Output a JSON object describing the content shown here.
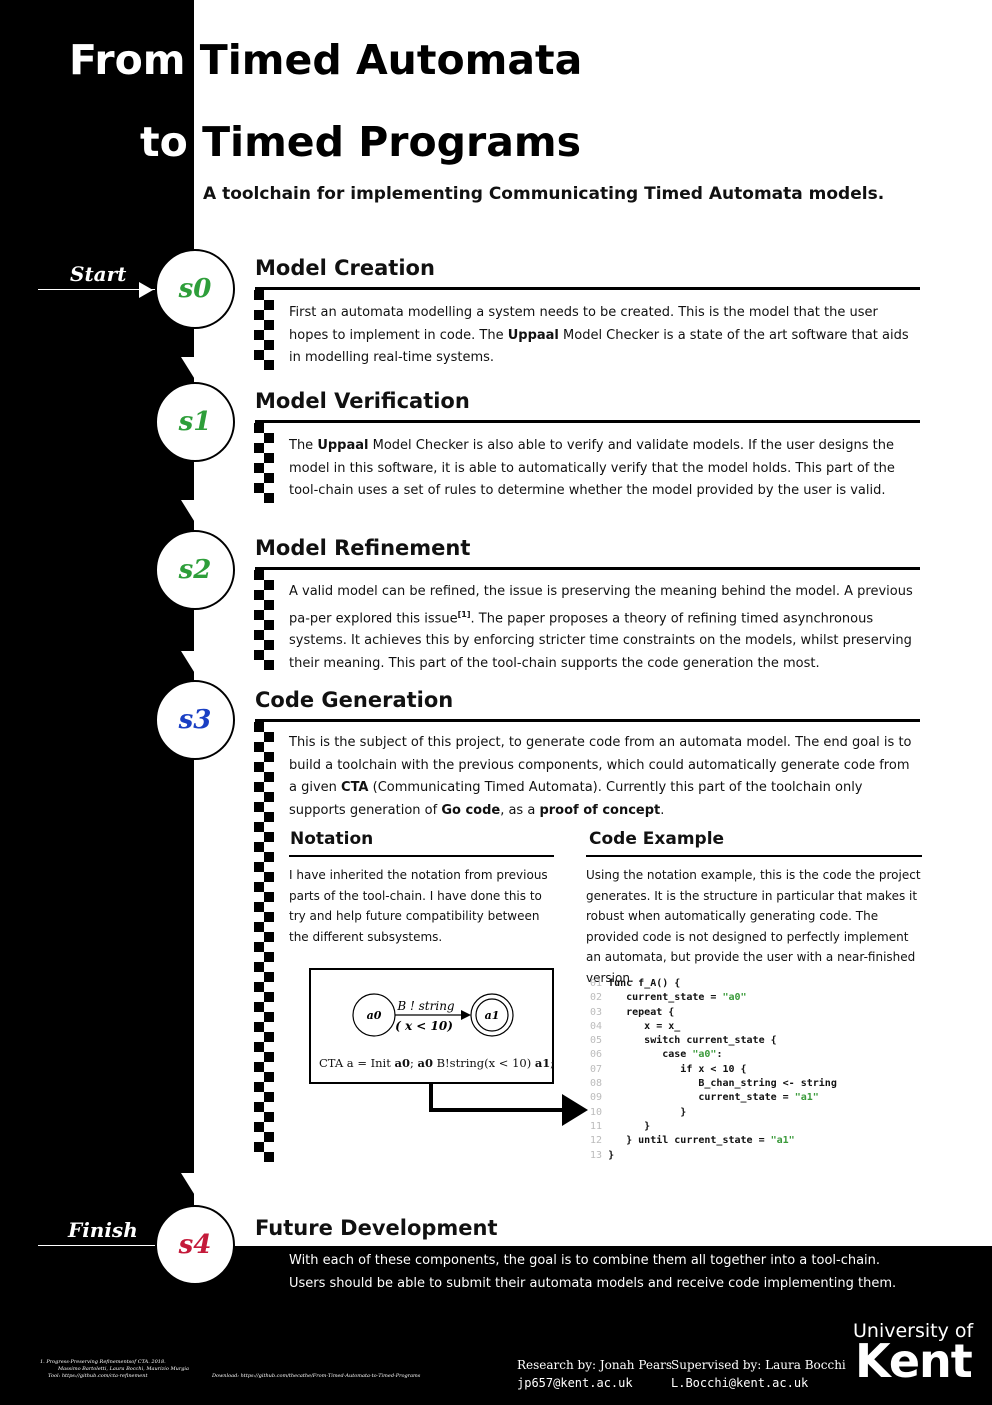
{
  "title": {
    "line1_left": "From",
    "line1_right": "Timed Automata",
    "line2_left": "to",
    "line2_right": "Timed Programs"
  },
  "subtitle": "A toolchain for implementing Communicating Timed Automata models.",
  "labels": {
    "start": "Start",
    "finish": "Finish"
  },
  "states": [
    {
      "label": "s0",
      "color": "#2e9e3a"
    },
    {
      "label": "s1",
      "color": "#2e9e3a"
    },
    {
      "label": "s2",
      "color": "#2e9e3a"
    },
    {
      "label": "s3",
      "color": "#1a3fc4"
    },
    {
      "label": "s4",
      "color": "#c41a3a"
    }
  ],
  "sections": {
    "creation": {
      "heading": "Model Creation",
      "p1": "First an automata modelling a system needs to be created. This is the model that the user hopes to implement in code. The ",
      "p1_bold": "Uppaal",
      "p1_end": " Model Checker is a state of the art software that aids in modelling real-time systems."
    },
    "verification": {
      "heading": "Model Verification",
      "p1": "The ",
      "p1_bold": "Uppaal",
      "p1_end": " Model Checker is also able to verify and validate models. If the user designs the model in this software, it is able to automatically verify that the model holds. This part of the tool-chain uses a set of rules to determine whether the model provided by the user is valid."
    },
    "refinement": {
      "heading": "Model Refinement",
      "p1": "A valid model can be refined, the issue is preserving the meaning behind the model. A previous pa-per explored this issue",
      "ref": "[1]",
      "p1_end": ". The paper proposes a theory of refining timed asynchronous systems. It achieves this by enforcing stricter time constraints on the models, whilst preserving their meaning. This part of the tool-chain supports the code generation the most."
    },
    "generation": {
      "heading": "Code Generation",
      "p1": "This is the subject of this project, to generate code from an automata model. The end goal is to build a toolchain with the previous components, which could automatically generate code from a given ",
      "b1": "CTA",
      "p2": " (Communicating Timed Automata). Currently this part of the toolchain only supports generation of ",
      "b2": "Go code",
      "p3": ", as a ",
      "b3": "proof of concept",
      "p4": "."
    },
    "notation": {
      "heading": "Notation",
      "text": "I have inherited the notation from previous parts of the tool-chain. I have done this to try and help future compatibility between the different subsystems.",
      "node_a0": "a0",
      "node_a1": "a1",
      "edge_top": "B ! string",
      "edge_bottom": "( x < 10)",
      "cta_prefix": "CTA a = Init ",
      "cta_a0": "a0",
      "cta_mid1": "; ",
      "cta_a0b": "a0",
      "cta_mid2": " B!string(x < 10) ",
      "cta_a1": "a1",
      "cta_end": ";"
    },
    "code_example": {
      "heading": "Code Example",
      "text": "Using the notation example, this is the code the project generates. It is the structure in particular that makes it robust when automatically generating code. The provided code is not designed to perfectly implement an automata, but provide the user with a near-finished version."
    },
    "future": {
      "heading": "Future Development",
      "text": "With each of these components, the goal is to combine them all together into a tool-chain. Users should be able to submit their automata models and receive code implementing them."
    }
  },
  "code_lines": [
    {
      "n": "01",
      "parts": [
        [
          "kw",
          "func"
        ],
        [
          "b",
          " f_A() {"
        ]
      ]
    },
    {
      "n": "02",
      "parts": [
        [
          "b",
          "   current_state = "
        ],
        [
          "str",
          "\"a0\""
        ]
      ]
    },
    {
      "n": "03",
      "parts": [
        [
          "b",
          "   repeat {"
        ]
      ]
    },
    {
      "n": "04",
      "parts": [
        [
          "b",
          "      x = x_"
        ]
      ]
    },
    {
      "n": "05",
      "parts": [
        [
          "kw",
          "      switch"
        ],
        [
          "b",
          " current_state {"
        ]
      ]
    },
    {
      "n": "06",
      "parts": [
        [
          "kw",
          "         case"
        ],
        [
          "str",
          " \"a0\""
        ],
        [
          "b",
          ":"
        ]
      ]
    },
    {
      "n": "07",
      "parts": [
        [
          "kw",
          "            if"
        ],
        [
          "b",
          " x < 10 {"
        ]
      ]
    },
    {
      "n": "08",
      "parts": [
        [
          "b",
          "               B_chan_string <- string"
        ]
      ]
    },
    {
      "n": "09",
      "parts": [
        [
          "b",
          "               current_state = "
        ],
        [
          "str",
          "\"a1\""
        ]
      ]
    },
    {
      "n": "10",
      "parts": [
        [
          "b",
          "            }"
        ]
      ]
    },
    {
      "n": "11",
      "parts": [
        [
          "b",
          "      }"
        ]
      ]
    },
    {
      "n": "12",
      "parts": [
        [
          "b",
          "   } until current_state = "
        ],
        [
          "str",
          "\"a1\""
        ]
      ]
    },
    {
      "n": "13",
      "parts": [
        [
          "b",
          "}"
        ]
      ]
    }
  ],
  "footer": {
    "footnote_line1": "1.  Progress-Preserving Refinementsof CTA. 2018.",
    "footnote_line2": "Massimo Bartoletti, Laura Bocchi, Maurizio Murgia",
    "footnote_line3": "Tool: https://github.com/cta-refinement",
    "download": "Download: https://github.com/thecathe/From-Timed-Automata-to-Timed-Programs",
    "research_by": "Research by: Jonah Pears",
    "research_email": "jp657@kent.ac.uk",
    "supervised_by": "Supervised by: Laura Bocchi",
    "supervised_email": "L.Bocchi@kent.ac.uk",
    "logo_line1": "University of",
    "logo_line2": "Kent"
  }
}
